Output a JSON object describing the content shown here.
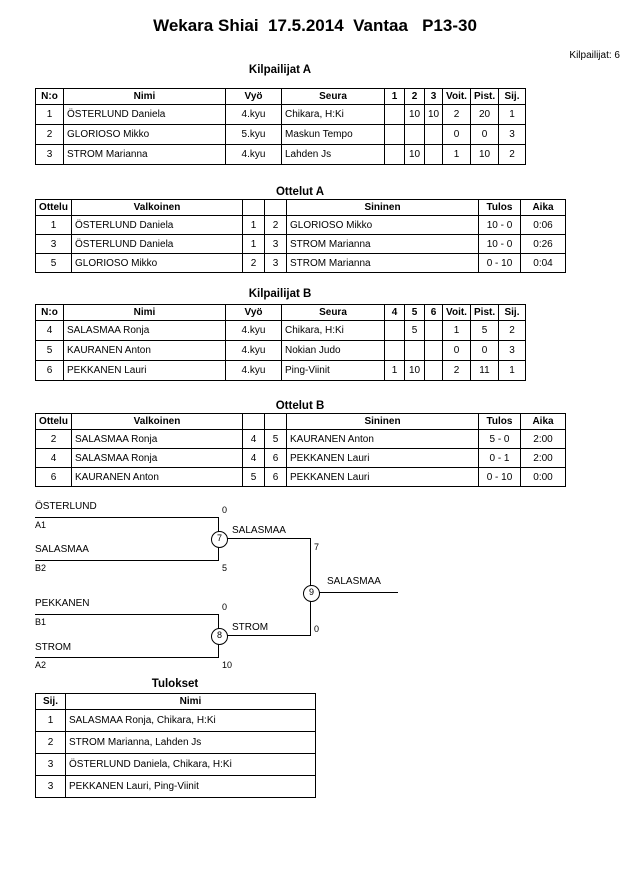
{
  "page": {
    "title": "Wekara Shiai  17.5.2014  Vantaa   P13-30",
    "participants": "Kilpailijat: 6"
  },
  "tables": {
    "kilpailijat_a": {
      "title": "Kilpailijat A",
      "headers": [
        "N:o",
        "Nimi",
        "Vyö",
        "Seura",
        "1",
        "2",
        "3",
        "Voit.",
        "Pist.",
        "Sij."
      ],
      "rows": [
        [
          "1",
          "ÖSTERLUND Daniela",
          "4.kyu",
          "Chikara, H:Ki",
          "",
          "10",
          "10",
          "2",
          "20",
          "1"
        ],
        [
          "2",
          "GLORIOSO Mikko",
          "5.kyu",
          "Maskun Tempo",
          "",
          "",
          "",
          "0",
          "0",
          "3"
        ],
        [
          "3",
          "STROM Marianna",
          "4.kyu",
          "Lahden Js",
          "",
          "10",
          "",
          "1",
          "10",
          "2"
        ]
      ]
    },
    "ottelut_a": {
      "title": "Ottelut A",
      "headers": [
        "Ottelu",
        "Valkoinen",
        "",
        "",
        "Sininen",
        "Tulos",
        "Aika"
      ],
      "rows": [
        [
          "1",
          "ÖSTERLUND Daniela",
          "1",
          "2",
          "GLORIOSO Mikko",
          "10 - 0",
          "0:06"
        ],
        [
          "3",
          "ÖSTERLUND Daniela",
          "1",
          "3",
          "STROM Marianna",
          "10 - 0",
          "0:26"
        ],
        [
          "5",
          "GLORIOSO Mikko",
          "2",
          "3",
          "STROM Marianna",
          "0 - 10",
          "0:04"
        ]
      ]
    },
    "kilpailijat_b": {
      "title": "Kilpailijat B",
      "headers": [
        "N:o",
        "Nimi",
        "Vyö",
        "Seura",
        "4",
        "5",
        "6",
        "Voit.",
        "Pist.",
        "Sij."
      ],
      "rows": [
        [
          "4",
          "SALASMAA Ronja",
          "4.kyu",
          "Chikara, H:Ki",
          "",
          "5",
          "",
          "1",
          "5",
          "2"
        ],
        [
          "5",
          "KAURANEN Anton",
          "4.kyu",
          "Nokian Judo",
          "",
          "",
          "",
          "0",
          "0",
          "3"
        ],
        [
          "6",
          "PEKKANEN Lauri",
          "4.kyu",
          "Ping-Viinit",
          "1",
          "10",
          "",
          "2",
          "11",
          "1"
        ]
      ]
    },
    "ottelut_b": {
      "title": "Ottelut B",
      "headers": [
        "Ottelu",
        "Valkoinen",
        "",
        "",
        "Sininen",
        "Tulos",
        "Aika"
      ],
      "rows": [
        [
          "2",
          "SALASMAA Ronja",
          "4",
          "5",
          "KAURANEN Anton",
          "5 - 0",
          "2:00"
        ],
        [
          "4",
          "SALASMAA Ronja",
          "4",
          "6",
          "PEKKANEN Lauri",
          "0 - 1",
          "2:00"
        ],
        [
          "6",
          "KAURANEN Anton",
          "5",
          "6",
          "PEKKANEN Lauri",
          "0 - 10",
          "0:00"
        ]
      ]
    },
    "tulokset": {
      "title": "Tulokset",
      "headers": [
        "Sij.",
        "Nimi"
      ],
      "rows": [
        [
          "1",
          "SALASMAA Ronja, Chikara, H:Ki"
        ],
        [
          "2",
          "STROM Marianna, Lahden Js"
        ],
        [
          "3",
          "ÖSTERLUND Daniela, Chikara, H:Ki"
        ],
        [
          "3",
          "PEKKANEN Lauri, Ping-Viinit"
        ]
      ]
    }
  },
  "bracket": {
    "entries": [
      {
        "name": "ÖSTERLUND",
        "seed": "A1",
        "score": "0"
      },
      {
        "name": "SALASMAA",
        "seed": "B2",
        "score": "5"
      },
      {
        "name": "PEKKANEN",
        "seed": "B1",
        "score": "0"
      },
      {
        "name": "STROM",
        "seed": "A2",
        "score": "10"
      }
    ],
    "semifinals": [
      {
        "match_no": "7",
        "winner": "SALASMAA",
        "final_score": "7"
      },
      {
        "match_no": "8",
        "winner": "STROM",
        "final_score": "0"
      }
    ],
    "final": {
      "match_no": "9",
      "winner": "SALASMAA"
    }
  }
}
